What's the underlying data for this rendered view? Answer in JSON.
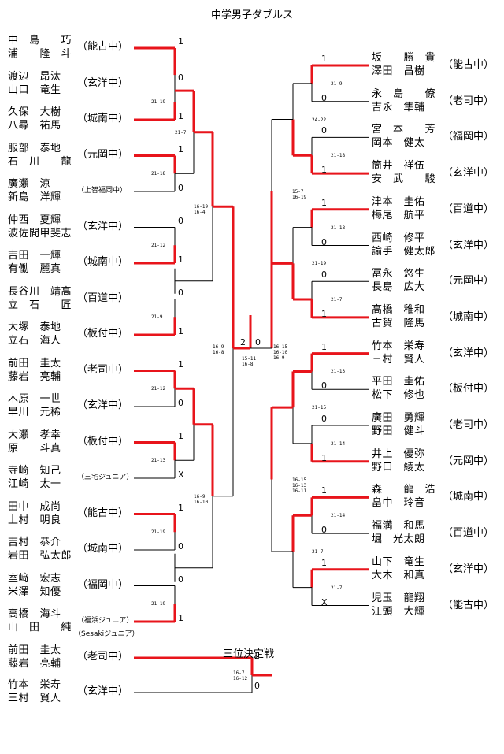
{
  "title": "中学男子ダブルス",
  "left": [
    {
      "p1": "中　島　　巧",
      "p2": "浦　　隆　斗",
      "school": "（能古中）",
      "res": "1"
    },
    {
      "p1": "渡辺　昂汰",
      "p2": "山口　竜生",
      "school": "（玄洋中）",
      "res": "0"
    },
    {
      "p1": "久保　大樹",
      "p2": "八尋　祐馬",
      "school": "（城南中）",
      "res": "1"
    },
    {
      "p1": "服部　泰地",
      "p2": "石　川　　龍",
      "school": "（元岡中）",
      "res": "1"
    },
    {
      "p1": "廣瀬　涼",
      "p2": "新島　洋輝",
      "school": "（上智福岡中）",
      "res": "0"
    },
    {
      "p1": "仲西　夏輝",
      "p2": "波佐間甲斐志",
      "school": "（玄洋中）",
      "res": "0"
    },
    {
      "p1": "吉田　一輝",
      "p2": "有働　麗真",
      "school": "（城南中）",
      "res": "1"
    },
    {
      "p1": "長谷川　靖高",
      "p2": "立　石　　匠",
      "school": "（百道中）",
      "res": "0"
    },
    {
      "p1": "大塚　泰地",
      "p2": "立石　海人",
      "school": "（板付中）",
      "res": "1"
    },
    {
      "p1": "前田　圭太",
      "p2": "藤岩　亮輔",
      "school": "（老司中）",
      "res": "1"
    },
    {
      "p1": "木原　一世",
      "p2": "早川　元稀",
      "school": "（玄洋中）",
      "res": "0"
    },
    {
      "p1": "大瀬　孝幸",
      "p2": "原　　斗真",
      "school": "（板付中）",
      "res": "1"
    },
    {
      "p1": "寺崎　知己",
      "p2": "江崎　太一",
      "school": "（三宅ジュニア）",
      "res": "X"
    },
    {
      "p1": "田中　成尚",
      "p2": "上村　明良",
      "school": "（能古中）",
      "res": "1"
    },
    {
      "p1": "吉村　恭介",
      "p2": "岩田　弘太郎",
      "school": "（城南中）",
      "res": "0"
    },
    {
      "p1": "室﨑　宏志",
      "p2": "米澤　知優",
      "school": "（福岡中）",
      "res": "0"
    },
    {
      "p1": "高橋　海斗",
      "p2": "山　田　　純",
      "school": "（福浜ジュニア）",
      "school2": "（Sesakiジュニア）",
      "res": "1"
    }
  ],
  "right": [
    {
      "p1": "坂　　勝　貴",
      "p2": "澤田　昌樹",
      "school": "（能古中）",
      "res": "1"
    },
    {
      "p1": "永　島　　僚",
      "p2": "吉永　隼輔",
      "school": "（老司中）",
      "res": "0"
    },
    {
      "p1": "宮　本　　芳",
      "p2": "岡本　健太",
      "school": "（福岡中）",
      "res": "0"
    },
    {
      "p1": "筒井　祥伍",
      "p2": "安　武　　駿",
      "school": "（玄洋中）",
      "res": "1"
    },
    {
      "p1": "津本　圭佑",
      "p2": "梅尾　航平",
      "school": "（百道中）",
      "res": "1"
    },
    {
      "p1": "西崎　修平",
      "p2": "諭手　健太郎",
      "school": "（玄洋中）",
      "res": "0"
    },
    {
      "p1": "冨永　悠生",
      "p2": "長島　広大",
      "school": "（元岡中）",
      "res": "0"
    },
    {
      "p1": "高橋　稚和",
      "p2": "古賀　隆馬",
      "school": "（城南中）",
      "res": "1"
    },
    {
      "p1": "竹本　栄寿",
      "p2": "三村　賢人",
      "school": "（玄洋中）",
      "res": "1"
    },
    {
      "p1": "平田　圭佑",
      "p2": "松下　修也",
      "school": "（板付中）",
      "res": "0"
    },
    {
      "p1": "廣田　勇輝",
      "p2": "野田　健斗",
      "school": "（老司中）",
      "res": "0"
    },
    {
      "p1": "井上　優弥",
      "p2": "野口　綾太",
      "school": "（元岡中）",
      "res": "1"
    },
    {
      "p1": "森　　龍　浩",
      "p2": "畠中　玲音",
      "school": "（城南中）",
      "res": "1"
    },
    {
      "p1": "福満　和馬",
      "p2": "堀　光太朗",
      "school": "（百道中）",
      "res": "0"
    },
    {
      "p1": "山下　竜生",
      "p2": "大木　和真",
      "school": "（玄洋中）",
      "res": "1"
    },
    {
      "p1": "児玉　龍翔",
      "p2": "江頭　大輝",
      "school": "（能古中）",
      "res": "X"
    }
  ],
  "third_place": {
    "title": "三位決定戦",
    "entries": [
      {
        "p1": "前田　圭太",
        "p2": "藤岩　亮輔",
        "school": "（老司中）",
        "res": "2"
      },
      {
        "p1": "竹本　栄寿",
        "p2": "三村　賢人",
        "school": "（玄洋中）",
        "res": "0"
      }
    ],
    "games": "16-7\n16-12"
  },
  "rounds": {
    "left_r1": [
      {
        "games": "21-9",
        "r": [
          "1",
          "0"
        ]
      },
      {
        "games": "21-19",
        "r": [
          "0",
          "1"
        ]
      },
      {
        "games": "21-18",
        "r": [
          "1",
          "0"
        ]
      },
      {
        "games": "21-12",
        "r": [
          "1",
          "0"
        ]
      },
      {
        "games": "21-18",
        "r": [
          "0",
          "1"
        ]
      },
      {
        "games": "21-9",
        "r": [
          "0",
          "1"
        ]
      },
      {
        "games": "21-12",
        "r": [
          "1",
          "0"
        ]
      },
      {
        "games": "21-13",
        "r": [
          "1",
          "0"
        ]
      },
      {
        "games": "21-19",
        "r": [
          "1",
          "0"
        ]
      },
      {
        "games": "21-14",
        "r": [
          "0",
          "1"
        ]
      },
      {
        "games": "21-19",
        "r": [
          "0",
          "1"
        ]
      }
    ],
    "left_r2": [
      {
        "games": "21-7",
        "r": [
          "2",
          "0"
        ]
      },
      {
        "games": "16-19\n16-4",
        "r": [
          "2",
          "0"
        ]
      },
      {
        "games": "16-9\n16-10",
        "r": [
          "2",
          "0"
        ]
      }
    ],
    "left_sf": {
      "games": "16-9\n16-8",
      "r": [
        "2"
      ]
    },
    "right_r1": [
      {
        "games": "21-9",
        "r": [
          "1",
          "0"
        ]
      },
      {
        "games": "21-18",
        "r": [
          "0",
          "1"
        ]
      },
      {
        "games": "21-18",
        "r": [
          "1",
          "0"
        ]
      },
      {
        "games": "21-7",
        "r": [
          "0",
          "1"
        ]
      },
      {
        "games": "21-13",
        "r": [
          "1",
          "0"
        ]
      },
      {
        "games": "21-14",
        "r": [
          "0",
          "1"
        ]
      },
      {
        "games": "21-14",
        "r": [
          "1",
          "0"
        ]
      },
      {
        "games": "21-7",
        "r": [
          "1",
          "0"
        ]
      }
    ],
    "right_r2": [
      {
        "games": "24-22",
        "r": [
          "0",
          "1"
        ]
      },
      {
        "games": "21-19",
        "r": [
          "0",
          "1"
        ]
      },
      {
        "games": "21-15",
        "r": [
          "1",
          "0"
        ]
      },
      {
        "games": "15-7\n16-19",
        "r": [
          "2",
          "0"
        ]
      }
    ],
    "right_sf": {
      "games": "16-15\n16-10\n16-9",
      "r": [
        "2",
        "1"
      ]
    },
    "right_mid": {
      "games": "16-15\n16-13\n16-11",
      "r": [
        "2",
        "1"
      ]
    },
    "final": {
      "games": "15-11\n16-8",
      "r": [
        "2",
        "0"
      ]
    }
  }
}
